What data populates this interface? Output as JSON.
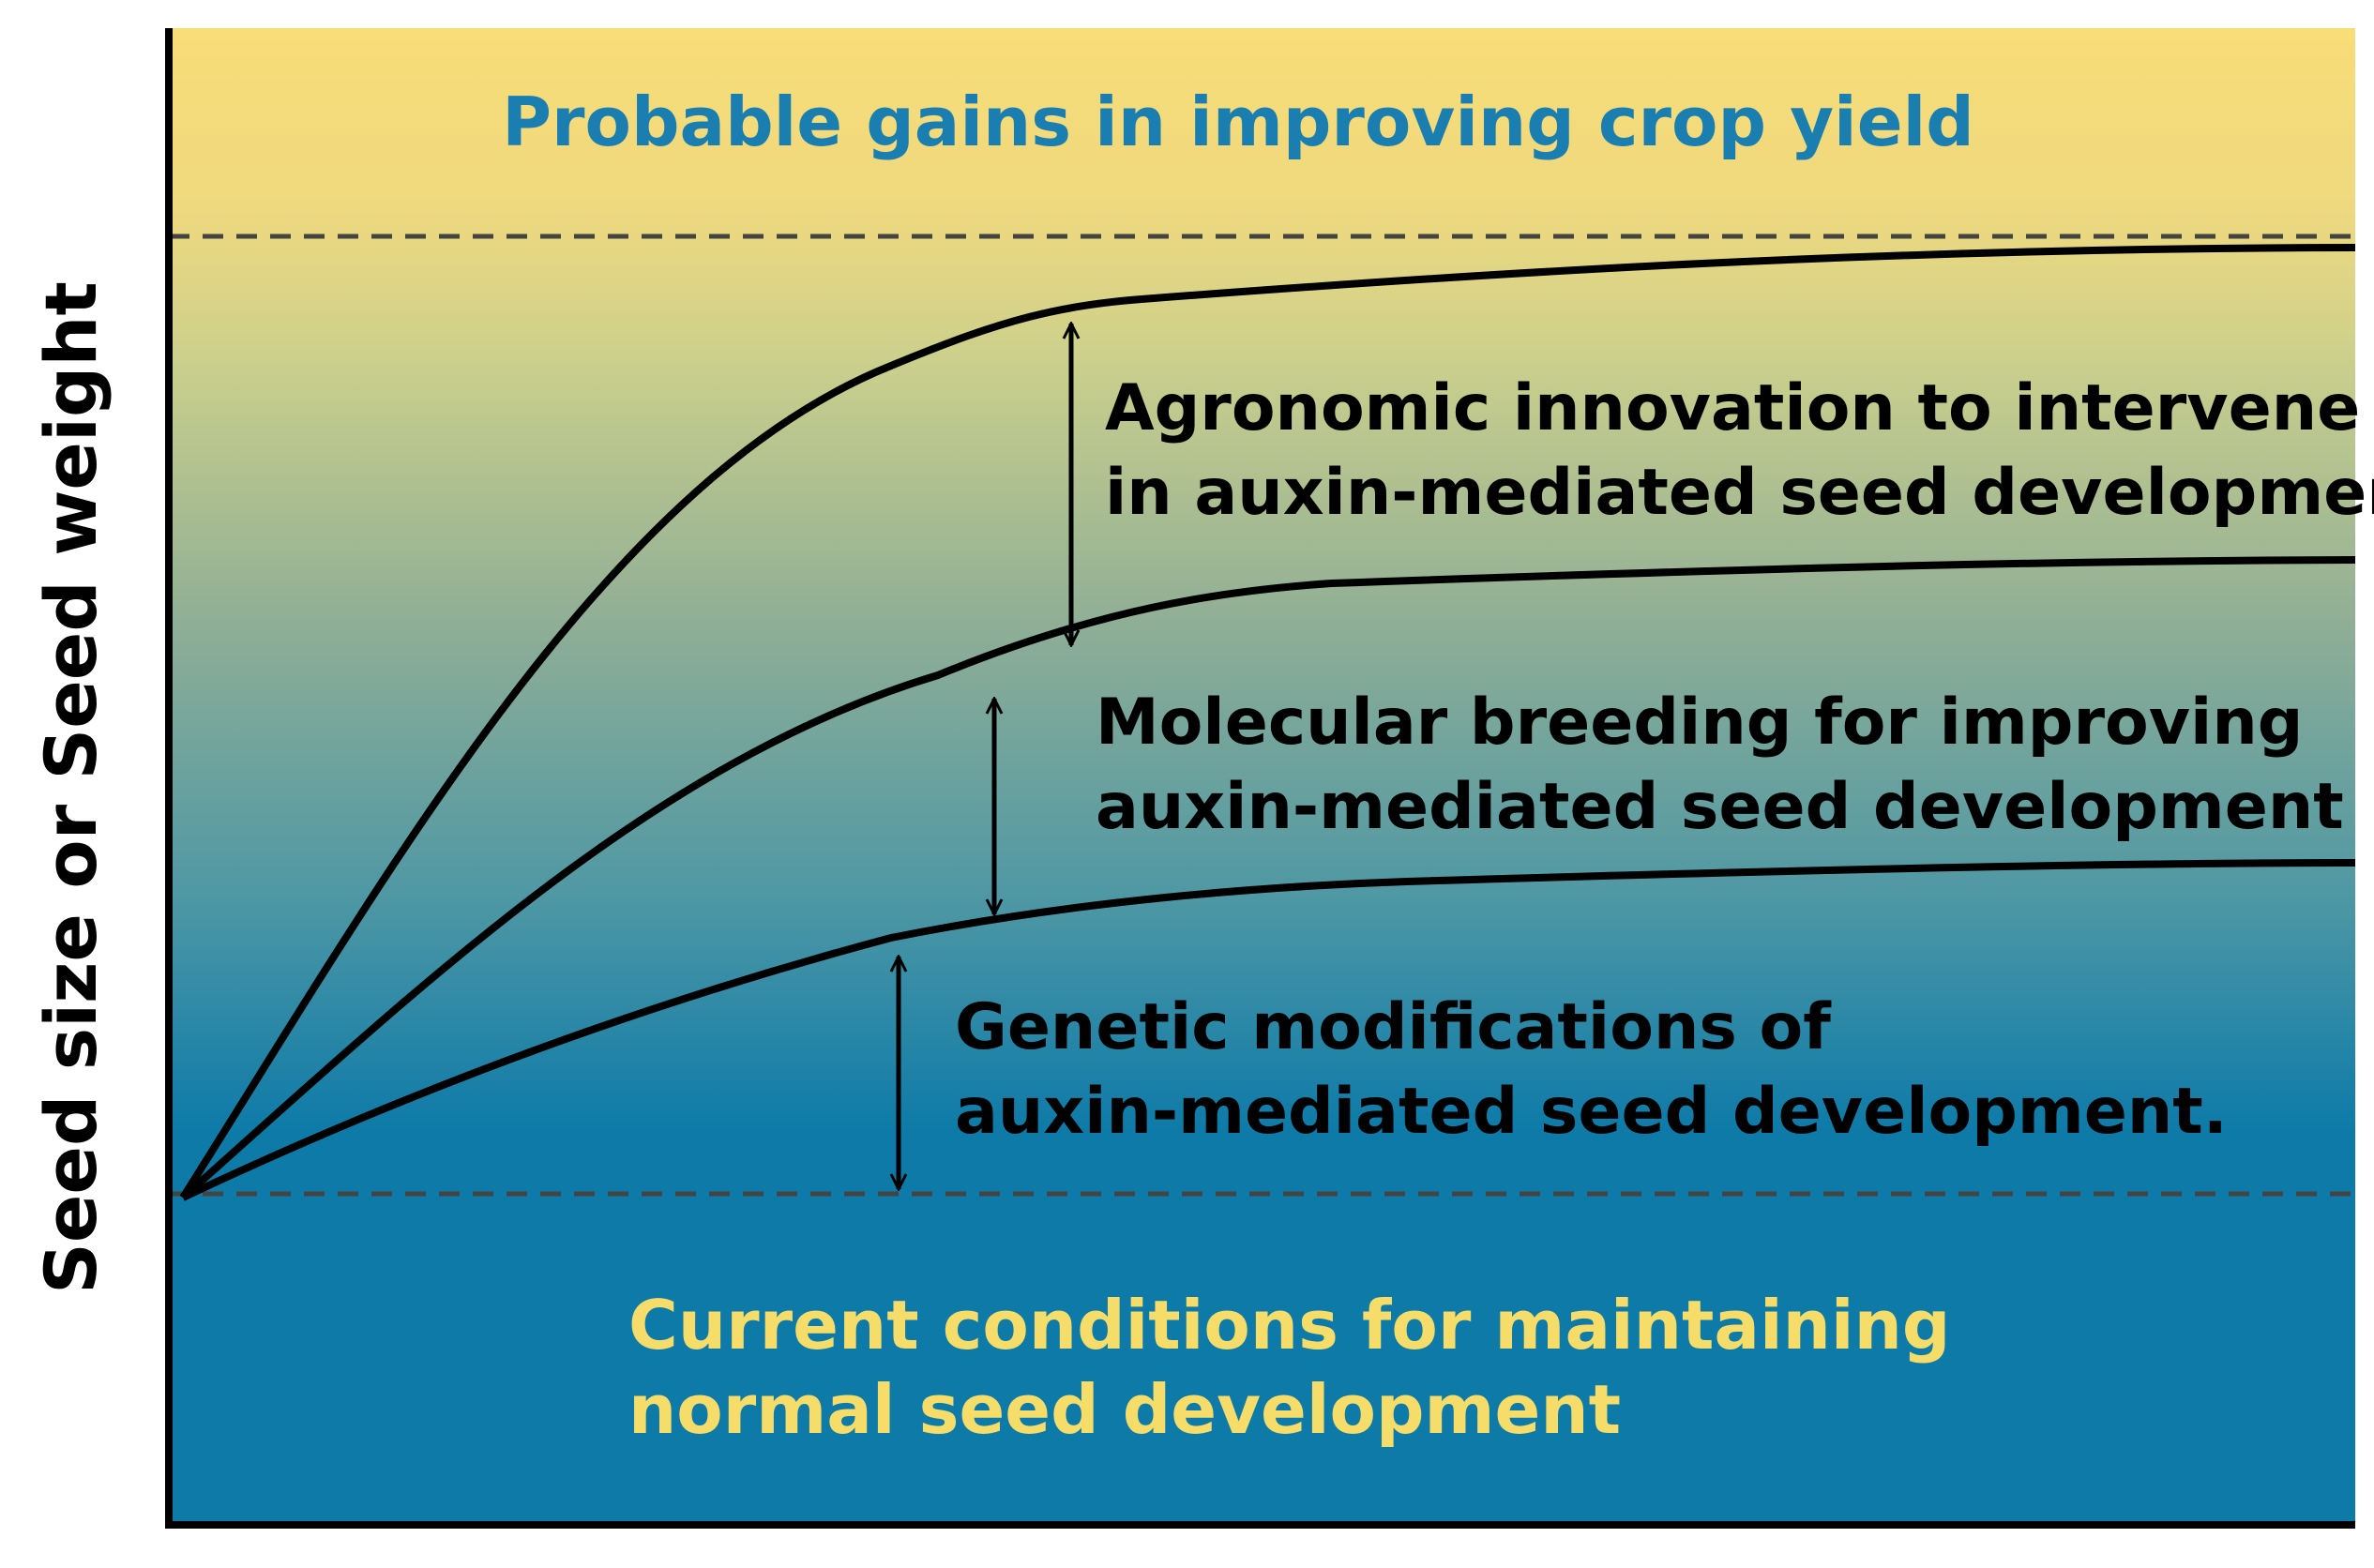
{
  "axis": {
    "y_label": "Seed size or Seed weight"
  },
  "regions": {
    "top_label": "Probable gains in improving crop yield",
    "bottom_label_line1": "Current conditions for maintaining",
    "bottom_label_line2": "normal seed development"
  },
  "annotations": {
    "agronomic_line1": "Agronomic innovation to intervene",
    "agronomic_line2": "in auxin-mediated seed development",
    "molecular_line1": "Molecular breeding for improving",
    "molecular_line2": "auxin-mediated seed development",
    "genetic_line1": "Genetic modifications of",
    "genetic_line2": "auxin-mediated seed development."
  },
  "colors": {
    "top_fill": "#f8dd78",
    "mid_fill": "#8fae96",
    "bottom_fill": "#0d7aa8",
    "top_label": "#1a7fb0",
    "bottom_label": "#f6dd6a",
    "ink": "#000000",
    "dashed": "#444444"
  }
}
